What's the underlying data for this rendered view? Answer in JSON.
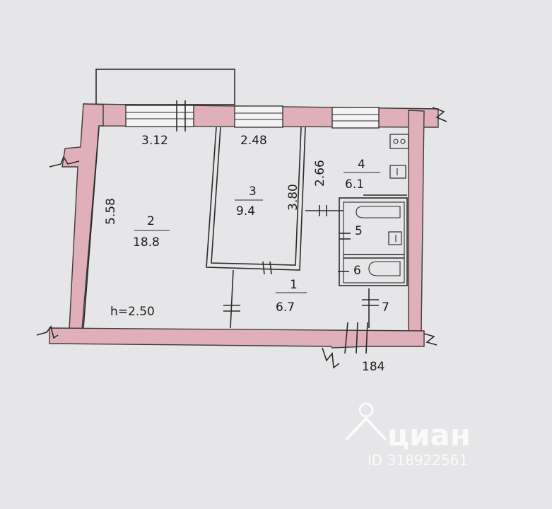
{
  "rooms": [
    {
      "number": "2",
      "area": "18.8"
    },
    {
      "number": "3",
      "area": "9.4"
    },
    {
      "number": "4",
      "area": "6.1"
    },
    {
      "number": "1",
      "area": "6.7"
    },
    {
      "number": "5"
    },
    {
      "number": "6"
    },
    {
      "number": "7"
    }
  ],
  "dimensions": {
    "room2_width": "3.12",
    "room3_width": "2.48",
    "room2_length": "5.58",
    "room3_length": "3.80",
    "room4_length": "2.66"
  },
  "ceiling_height": "h=2.50",
  "apartment_number": "184",
  "watermark": {
    "brand": "циан",
    "id": "ID 318922561"
  }
}
